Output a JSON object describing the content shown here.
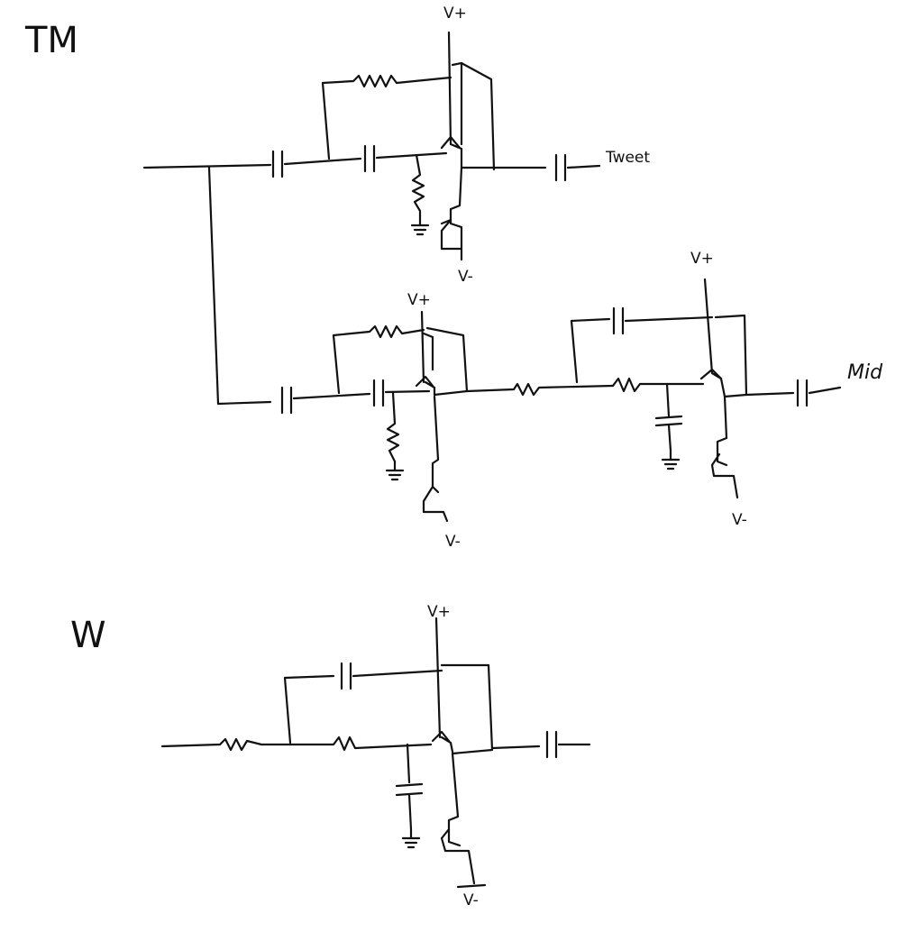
{
  "sections": {
    "tm_label": "TM",
    "w_label": "W"
  },
  "supply": {
    "v_plus": "V+",
    "v_minus": "V-"
  },
  "outputs": {
    "tweet": "Tweet",
    "mid": "Mid"
  }
}
